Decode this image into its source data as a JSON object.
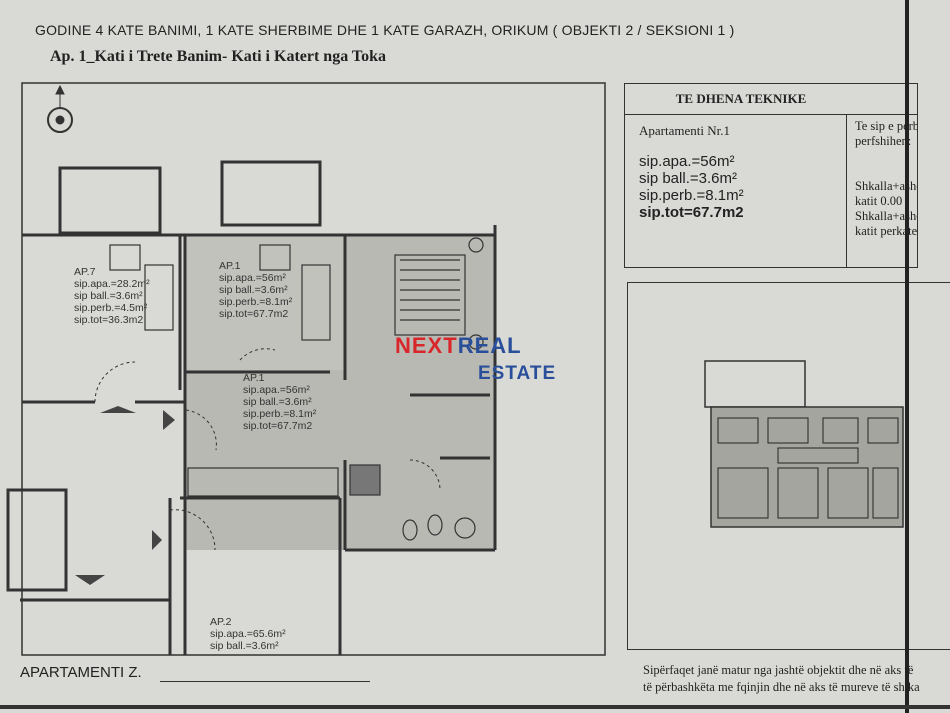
{
  "header": {
    "title": "GODINE 4 KATE BANIMI, 1 KATE SHERBIME DHE 1 KATE GARAZH, ORIKUM ( OBJEKTI 2 / SEKSIONI 1 )",
    "subtitle": "Ap. 1_Kati i Trete Banim- Kati i Katert nga Toka"
  },
  "plan": {
    "ap7": {
      "name": "AP.7",
      "apa": "sip.apa.=28.2m²",
      "ball": "sip ball.=3.6m²",
      "perb": "sip.perb.=4.5m²",
      "tot": "sip.tot=36.3m2"
    },
    "ap1a": {
      "name": "AP.1",
      "apa": "sip.apa.=56m²",
      "ball": "sip ball.=3.6m²",
      "perb": "sip.perb.=8.1m²",
      "tot": "sip.tot=67.7m2"
    },
    "ap1b": {
      "name": "AP.1",
      "apa": "sip.apa.=56m²",
      "ball": "sip ball.=3.6m²",
      "perb": "sip.perb.=8.1m²",
      "tot": "sip.tot=67.7m2"
    },
    "ap2": {
      "name": "AP.2",
      "apa": "sip.apa.=65.6m²",
      "ball": "sip ball.=3.6m²"
    }
  },
  "watermark": {
    "part1": "NEXT",
    "part2": "REAL",
    "part3": "ESTATE",
    "colors": {
      "red": "#d9262b",
      "blue": "#2a4f9a"
    }
  },
  "tech": {
    "title": "TE DHENA TEKNIKE",
    "apartment": "Apartamenti Nr.1",
    "apa": "sip.apa.=56m²",
    "ball": "sip ball.=3.6m²",
    "perb": "sip.perb.=8.1m²",
    "tot": "sip.tot=67.7m2",
    "common_title": "Te sip e perbashk",
    "common_title2": "perfshihen:",
    "line1": "Shkalla+ashenso",
    "line2": "katit 0.00",
    "line3": "Shkalla+ashenso",
    "line4": "katit perkates"
  },
  "footer": {
    "apartment_label": "APARTAMENTI  Z.",
    "note1": "Sipërfaqet janë matur nga jashtë objektit dhe në aks të",
    "note2": "të përbashkëta me fqinjin dhe në aks të mureve të sh ka"
  }
}
